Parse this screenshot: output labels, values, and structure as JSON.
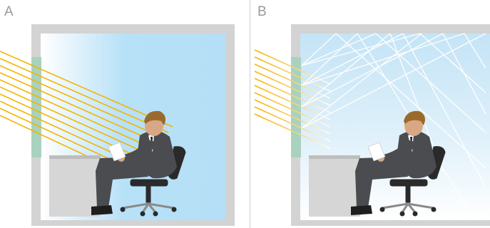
{
  "panels": [
    {
      "label": "A",
      "lighting": "direct"
    },
    {
      "label": "B",
      "lighting": "diffused"
    }
  ],
  "colors": {
    "wall": "#d3d3d3",
    "window_glass": "#a9d2be",
    "sunbeam": "#f4b400",
    "room_direct_from": "#ffffff",
    "room_direct_to": "#b7e1f7",
    "room_diffuse_from": "#c4e4f6",
    "room_diffuse_to": "#ffffff",
    "desk": "#d6d6d6",
    "suit": "#4a4c50",
    "skin": "#d8a784",
    "hair": "#9a6a2c",
    "chair": "#2a2a2a"
  }
}
